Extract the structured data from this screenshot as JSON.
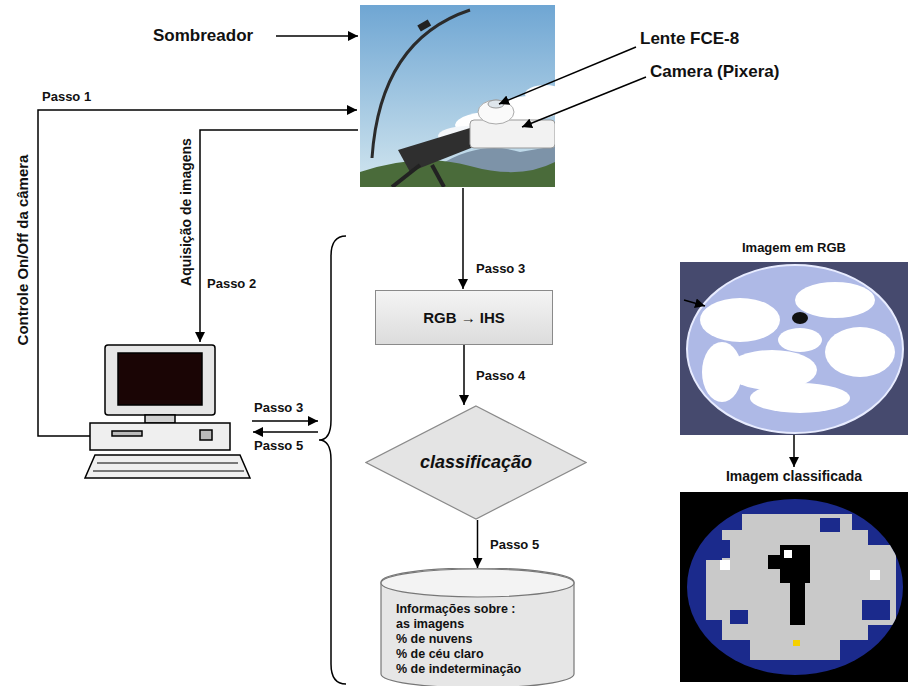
{
  "diagram": {
    "nodes": [
      {
        "text": [
          "RGB → IHS"
        ]
      },
      {
        "text": [
          "classificação"
        ]
      },
      {
        "text": [
          "Informações sobre :",
          "as imagens",
          "% de nuvens",
          "% de céu claro",
          "% de indeterminação"
        ]
      },
      {
        "text": [
          "Imagem em RGB"
        ]
      },
      {
        "text": [
          "Imagem classificada"
        ]
      }
    ],
    "edges": [
      {
        "from": 0,
        "to": 1,
        "arrow": "to",
        "label": "Passo 4"
      },
      {
        "from": 1,
        "to": 2,
        "arrow": "to",
        "label": "Passo 5"
      },
      {
        "from": 3,
        "to": 4,
        "arrow": "to"
      }
    ],
    "labels": [
      "Sombreador",
      "Lente FCE-8",
      "Camera (Pixera)",
      "Passo 1",
      "Controle On/Off da câmera",
      "Aquisição de imagens",
      "Passo 2",
      "Passo 3",
      "Passo 3",
      "Passo 5"
    ]
  }
}
